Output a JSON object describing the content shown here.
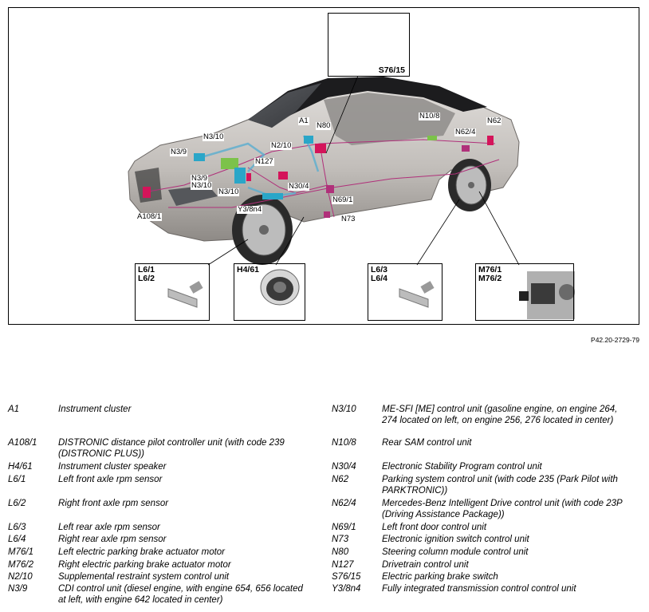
{
  "figure": {
    "reference": "P42.20-2729-79",
    "callouts": [
      "A1",
      "N80",
      "N3/10",
      "N3/9",
      "N2/10",
      "N127",
      "N3/9",
      "N3/10",
      "N3/10",
      "N30/4",
      "N10/8",
      "N62/4",
      "N62",
      "N69/1",
      "Y3/8n4",
      "A108/1",
      "N73"
    ],
    "insets": [
      {
        "label": "S76/15"
      },
      {
        "label": "L6/1\nL6/2"
      },
      {
        "label": "H4/61"
      },
      {
        "label": "L6/3\nL6/4"
      },
      {
        "label": "M76/1\nM76/2"
      }
    ],
    "colors": {
      "wiring": "#b0307a",
      "bus": "#5aaed0",
      "body": "#c8c4c0",
      "highlight": "#d4145a",
      "cyan": "#2aa6c8",
      "green": "#7cc24a"
    }
  },
  "legend": {
    "left": [
      {
        "code": "A1",
        "desc": "Instrument cluster"
      },
      {
        "code": "A108/1",
        "desc": "DISTRONIC distance pilot controller unit (with code 239 (DISTRONIC PLUS))"
      },
      {
        "code": "H4/61",
        "desc": "Instrument cluster speaker"
      },
      {
        "code": "L6/1",
        "desc": "Left front axle rpm sensor"
      },
      {
        "code": "L6/2",
        "desc": "Right front axle rpm sensor"
      },
      {
        "code": "L6/3",
        "desc": "Left rear axle rpm sensor"
      },
      {
        "code": "L6/4",
        "desc": "Right rear axle rpm sensor"
      },
      {
        "code": "M76/1",
        "desc": "Left electric parking brake actuator motor"
      },
      {
        "code": "M76/2",
        "desc": "Right electric parking brake actuator motor"
      },
      {
        "code": "N2/10",
        "desc": "Supplemental restraint system control unit"
      },
      {
        "code": "N3/9",
        "desc": "CDI control unit (diesel engine, with engine 654, 656 located at left, with engine 642 located in center)"
      }
    ],
    "right": [
      {
        "code": "N3/10",
        "desc": "ME-SFI [ME] control unit (gasoline engine, on engine 264, 274 located on left, on engine 256, 276 located in center)"
      },
      {
        "code": "N10/8",
        "desc": "Rear SAM control unit"
      },
      {
        "code": "N30/4",
        "desc": "Electronic Stability Program control unit"
      },
      {
        "code": "N62",
        "desc": "Parking system control unit (with code 235 (Park Pilot with PARKTRONIC))"
      },
      {
        "code": "N62/4",
        "desc": "Mercedes-Benz Intelligent Drive control unit (with code 23P (Driving Assistance Package))"
      },
      {
        "code": "N69/1",
        "desc": "Left front door control unit"
      },
      {
        "code": "N73",
        "desc": "Electronic ignition switch control unit"
      },
      {
        "code": "N80",
        "desc": "Steering column module control unit"
      },
      {
        "code": "N127",
        "desc": "Drivetrain control unit"
      },
      {
        "code": "S76/15",
        "desc": "Electric parking brake switch"
      },
      {
        "code": "Y3/8n4",
        "desc": "Fully integrated transmission control control unit"
      }
    ]
  }
}
